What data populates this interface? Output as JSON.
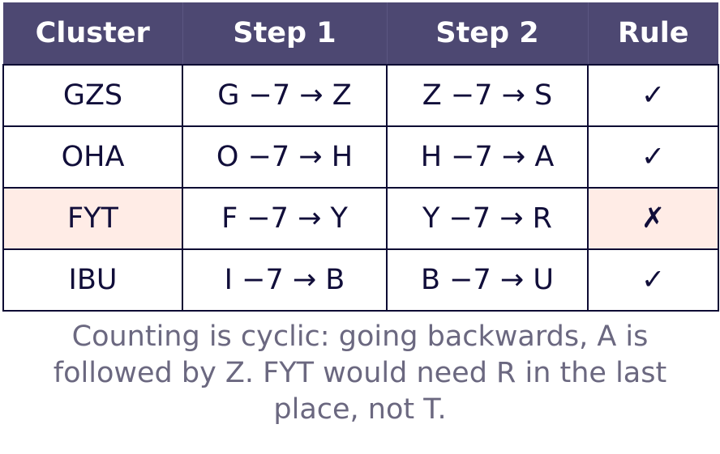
{
  "table": {
    "headers": [
      "Cluster",
      "Step 1",
      "Step 2",
      "Rule"
    ],
    "rows": [
      {
        "cluster": "GZS",
        "step1": "G −7 → Z",
        "step2": "Z −7 → S",
        "rule": "✓",
        "highlight": false
      },
      {
        "cluster": "OHA",
        "step1": "O −7 → H",
        "step2": "H −7 → A",
        "rule": "✓",
        "highlight": false
      },
      {
        "cluster": "FYT",
        "step1": "F −7 → Y",
        "step2": "Y −7 → R",
        "rule": "✗",
        "highlight": true
      },
      {
        "cluster": "IBU",
        "step1": "I −7 → B",
        "step2": "B −7 → U",
        "rule": "✓",
        "highlight": false
      }
    ]
  },
  "note": "Counting is cyclic: going backwards, A is followed by Z. FYT would need R in the last place, not T.",
  "colors": {
    "header_bg": "#4d4872",
    "header_text": "#ffffff",
    "border": "#0d0a33",
    "highlight_bg": "#ffece6",
    "note_text": "#6b6880"
  }
}
